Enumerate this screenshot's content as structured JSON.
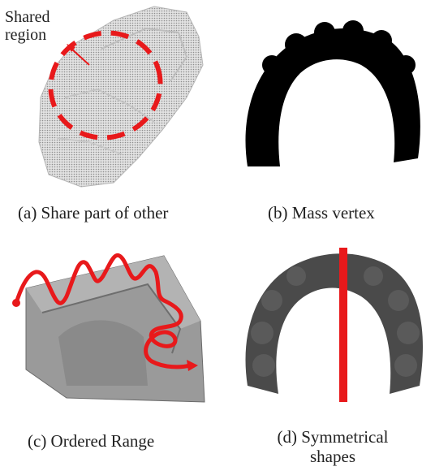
{
  "panels": [
    {
      "id": "a",
      "caption": "(a) Share part of other",
      "annotation_line1": "Shared",
      "annotation_line2": "region"
    },
    {
      "id": "b",
      "caption": "(b) Mass vertex"
    },
    {
      "id": "c",
      "caption": "(c) Ordered Range"
    },
    {
      "id": "d",
      "caption_line1": "(d) Symmetrical",
      "caption_line2": "shapes"
    }
  ],
  "colors": {
    "highlight": "#e8191b",
    "point_cloud": "#9a9a9a",
    "mass_vertex": "#000000",
    "mesh_gray": "#8c8c8c",
    "mesh_dark": "#4a4a4a"
  }
}
